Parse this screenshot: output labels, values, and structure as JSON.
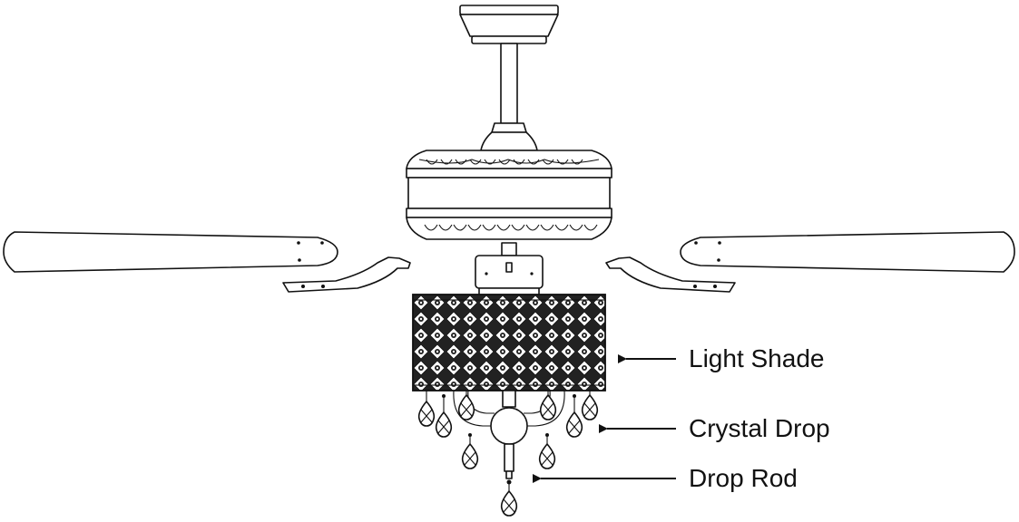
{
  "diagram": {
    "callouts": [
      {
        "id": "light-shade",
        "label": "Light Shade"
      },
      {
        "id": "crystal-drop",
        "label": "Crystal Drop"
      },
      {
        "id": "drop-rod",
        "label": "Drop Rod"
      }
    ]
  },
  "colors": {
    "line": "#111111",
    "background": "#ffffff"
  }
}
